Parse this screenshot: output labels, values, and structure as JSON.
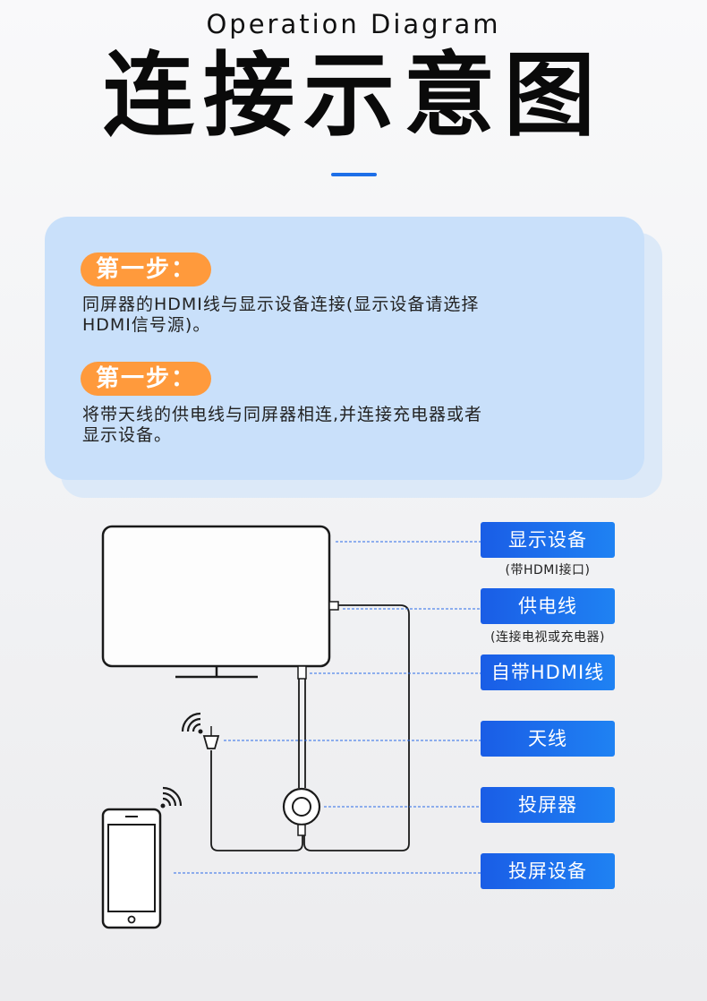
{
  "header": {
    "subtitle": "Operation Diagram",
    "title": "连接示意图"
  },
  "steps": [
    {
      "badge": "第一步：",
      "text_line1": "同屏器的HDMI线与显示设备连接(显示设备请选择",
      "text_line2": "HDMI信号源)。"
    },
    {
      "badge": "第一步：",
      "text_line1": "将带天线的供电线与同屏器相连,并连接充电器或者",
      "text_line2": "显示设备。"
    }
  ],
  "labels": [
    {
      "text": "显示设备",
      "note": "(带HDMI接口)"
    },
    {
      "text": "供电线",
      "note": "(连接电视或充电器)"
    },
    {
      "text": "自带HDMI线",
      "note": ""
    },
    {
      "text": "天线",
      "note": ""
    },
    {
      "text": "投屏器",
      "note": ""
    },
    {
      "text": "投屏设备",
      "note": ""
    }
  ],
  "icons": {
    "tv": "tv-icon",
    "antenna": "antenna-icon",
    "dongle": "screen-mirroring-dongle-icon",
    "phone": "smartphone-icon",
    "wifi": "wifi-signal-icon"
  },
  "colors": {
    "accent_blue": "#1d6fe8",
    "badge_orange": "#ff9a3c",
    "card_blue": "#c9e0fa",
    "label_blue": "#1a5de6"
  }
}
